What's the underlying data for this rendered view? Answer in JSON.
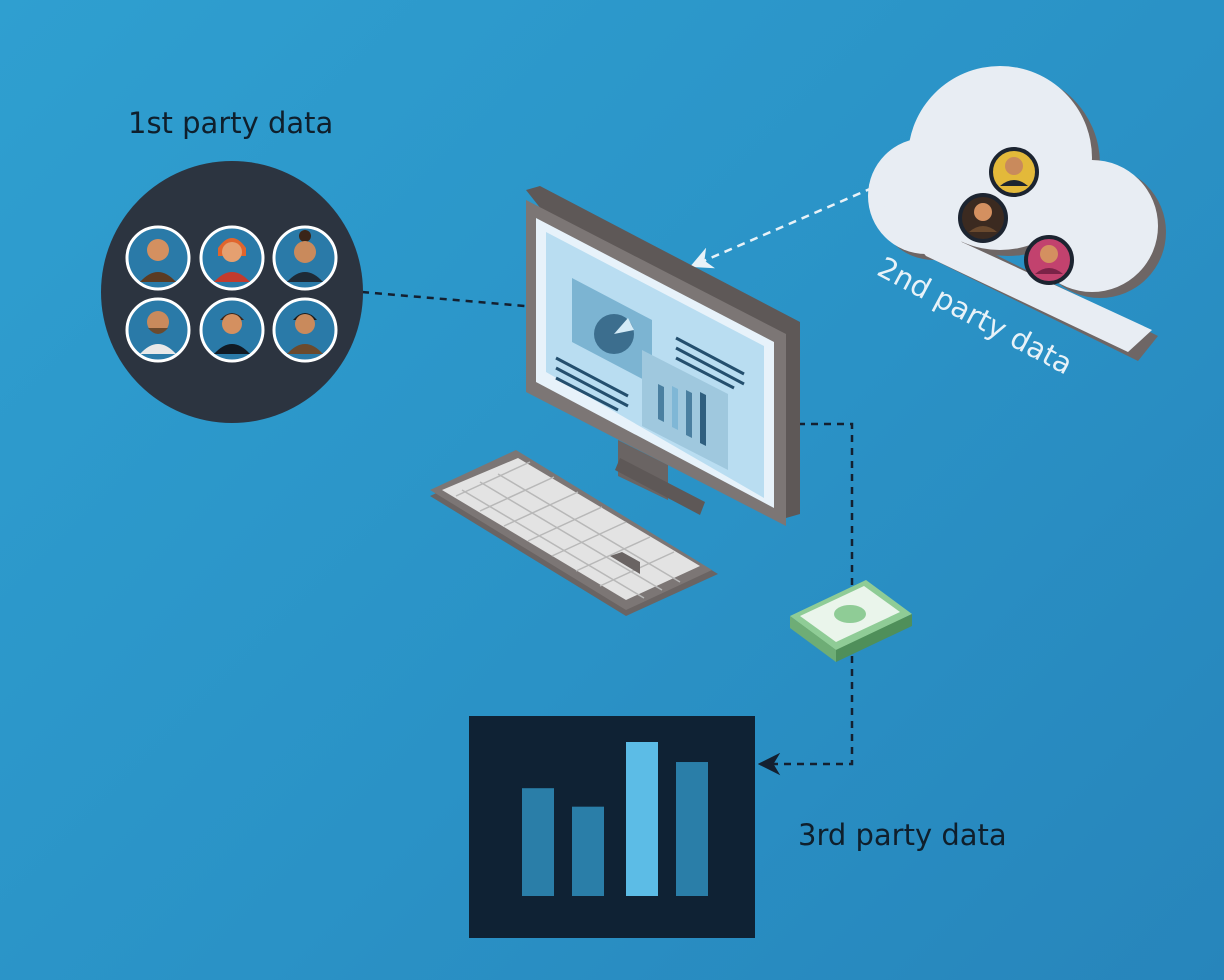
{
  "labels": {
    "first_party": "1st party data",
    "second_party": "2nd party data",
    "third_party": "3rd party data"
  },
  "colors": {
    "background": "#2a92c6",
    "dark_panel": "#2c3440",
    "navy_panel": "#0f2234",
    "cloud": "#e8edf3",
    "monitor_frame": "#7c7675",
    "cash": "#8fcc96",
    "bar": "#2a7ea8",
    "bar_highlight": "#5cbce6"
  },
  "icons": {
    "people_group_1st": "people-group-icon",
    "cloud_2nd": "cloud-icon",
    "monitor": "monitor-icon",
    "keyboard": "keyboard-icon",
    "cash": "cash-icon",
    "bar_chart_3rd": "bar-chart-icon"
  },
  "third_party_chart": {
    "values": [
      0.7,
      0.58,
      1.0,
      0.87
    ],
    "highlight_index": 2
  }
}
